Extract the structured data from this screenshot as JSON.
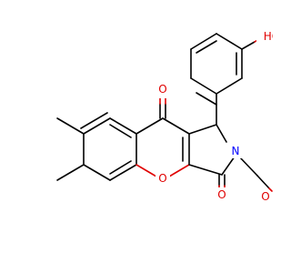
{
  "colors": {
    "bond": "#000000",
    "oxygen": "#e00000",
    "nitrogen": "#0000ff",
    "background": "#ffffff"
  },
  "atoms": {
    "ketone_oxygen": "O",
    "lactam_oxygen": "O",
    "ring_oxygen": "O",
    "ether_oxygen": "O",
    "ring_nitrogen": "N",
    "hydroxyl": "HO"
  }
}
